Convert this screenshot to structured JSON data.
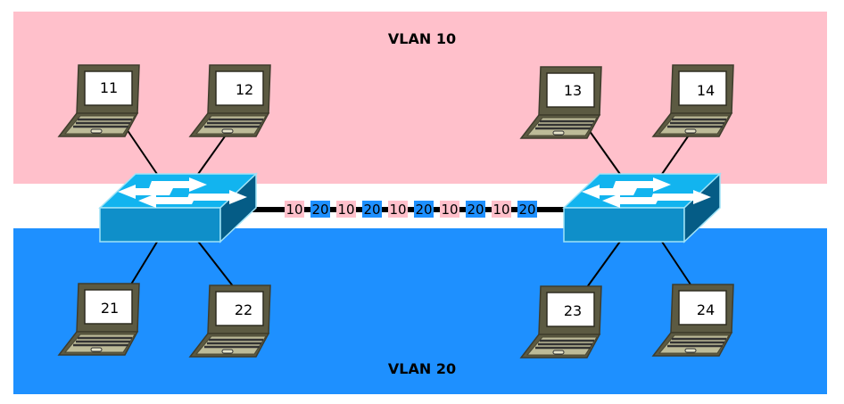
{
  "zones": [
    {
      "name": "vlan-10",
      "label": "VLAN 10",
      "color": "#ffc0cb"
    },
    {
      "name": "vlan-20",
      "label": "VLAN 20",
      "color": "#1e90ff"
    }
  ],
  "switch": {
    "top_color": "#12b4ef",
    "front_color": "#0f8fc9",
    "side_color": "#055c86",
    "border_color": "#9fe3f7"
  },
  "computers": {
    "top_left": [
      "11",
      "12"
    ],
    "top_right": [
      "13",
      "14"
    ],
    "bottom_left": [
      "21",
      "22"
    ],
    "bottom_right": [
      "23",
      "24"
    ]
  },
  "trunk_tags": [
    "10",
    "20",
    "10",
    "20",
    "10",
    "20",
    "10",
    "20",
    "10",
    "20"
  ],
  "tag_colors": {
    "10": "#ffc0cb",
    "20": "#1e90ff"
  }
}
